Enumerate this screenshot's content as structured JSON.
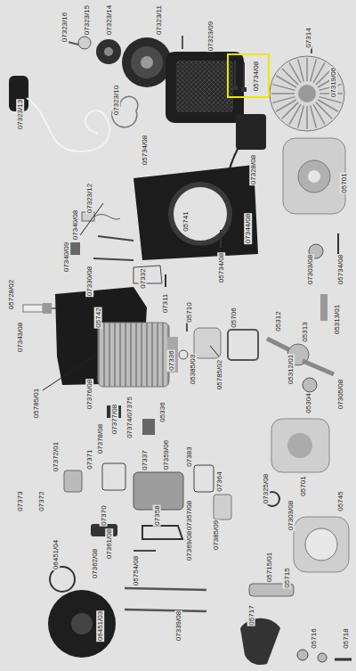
{
  "diagram": {
    "nodes": [
      {
        "text": [
          "05734/08"
        ]
      }
    ],
    "labels": [
      "07323/16",
      "07323/15",
      "07323/14",
      "07323/11",
      "07323/09",
      "07314",
      "07319/06",
      "07323/13",
      "07323/10",
      "05734/08",
      "07328/08",
      "07344/08",
      "05701",
      "07323/12",
      "07340/08",
      "05741",
      "05734/08",
      "07303/08",
      "05734/08",
      "07340/09",
      "07330/08",
      "07332",
      "05728/02",
      "07343/08",
      "05742",
      "07311",
      "05710",
      "05706",
      "05312",
      "05313",
      "05313/01",
      "07336",
      "05385/03",
      "05785/02",
      "05312/01",
      "05785/01",
      "07376/08",
      "07377/08",
      "07374/07375",
      "05304",
      "07305/08",
      "07378/08",
      "05336",
      "07372/01",
      "07371",
      "07337",
      "07359/06",
      "07383",
      "05701",
      "07364",
      "07325/08",
      "07373",
      "07372",
      "07303/08",
      "07370",
      "07358",
      "07357/08",
      "07385/09",
      "05745",
      "07361/08",
      "07369/08",
      "06451/04",
      "07362/08",
      "05754/08",
      "05715/01",
      "05715",
      "06451/03",
      "07339/08",
      "05717",
      "05716",
      "05718"
    ]
  }
}
